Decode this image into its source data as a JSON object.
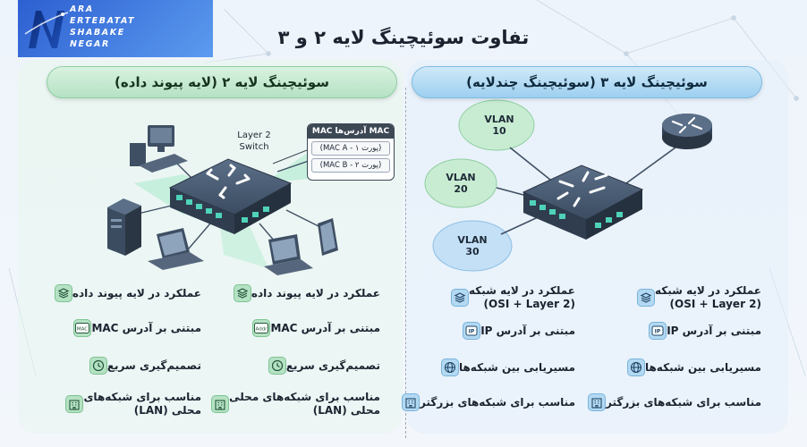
{
  "brand": {
    "lines": [
      "ARA",
      "ERTEBATAT",
      "SHABAKE",
      "NEGAR"
    ]
  },
  "title": "تفاوت سوئیچینگ لایه ۲ و ۳",
  "layer2": {
    "header": "سوئیچینگ لایه ۲ (لایه پیوند داده)",
    "switch_label": [
      "Layer 2",
      "Switch"
    ],
    "mac_table": {
      "title": "MAC آدرس‌ها MAC",
      "rows": [
        "(پورت ۱ - MAC A)",
        "(پورت ۲ - MAC B)"
      ]
    },
    "features_col_a": [
      {
        "icon": "layers-icon",
        "text": "عملکرد در لایه پیوند داده"
      },
      {
        "icon": "addr-icon",
        "text": "مبتنی بر آدرس MAC",
        "badge": "Addr"
      },
      {
        "icon": "clock-icon",
        "text": "تصمیم‌گیری سریع"
      },
      {
        "icon": "building-icon",
        "text": [
          "مناسب برای شبکه‌های محلی",
          "محلی (LAN)"
        ]
      }
    ],
    "features_col_b": [
      {
        "icon": "layers-icon",
        "text": "عملکرد در لایه پیوند داده"
      },
      {
        "icon": "mac-icon",
        "text": "مبتنی بر آدرس MAC",
        "badge": "MAC"
      },
      {
        "icon": "clock-icon",
        "text": "تصمیم‌گیری سریع"
      },
      {
        "icon": "building-icon",
        "text": [
          "مناسب برای شبکه‌های",
          "محلی (LAN)"
        ]
      }
    ]
  },
  "layer3": {
    "header": "سوئیچینگ لایه ۳ (سوئیچینگ چندلایه)",
    "vlans": [
      "VLAN 10",
      "VLAN 20",
      "VLAN 30"
    ],
    "features_col_a": [
      {
        "icon": "layers-icon",
        "text": [
          "عملکرد در لایه شبکه",
          "(OSI + Layer 2)"
        ]
      },
      {
        "icon": "ip-icon",
        "text": "مبتنی بر آدرس IP",
        "badge": "IP"
      },
      {
        "icon": "globe-icon",
        "text": "مسیریابی بین شبکه‌ها"
      },
      {
        "icon": "building-icon",
        "text": "مناسب برای شبکه‌های بزرگتر"
      }
    ],
    "features_col_b": [
      {
        "icon": "layers-icon",
        "text": [
          "عملکرد در لایه شبکه",
          "(OSI + Layer 2)"
        ]
      },
      {
        "icon": "ip-icon",
        "text": "مبتنی بر آدرس IP",
        "badge": "IP"
      },
      {
        "icon": "globe-icon",
        "text": "مسیریابی بین شبکه‌ها"
      },
      {
        "icon": "building-icon",
        "text": "مناسب برای شبکه‌های بزرگتر"
      }
    ]
  },
  "colors": {
    "layer2_accent": "#b5e2c3",
    "layer3_accent": "#9dcff0",
    "device": "#3f4f63",
    "port_light": "#4fd3b8"
  }
}
